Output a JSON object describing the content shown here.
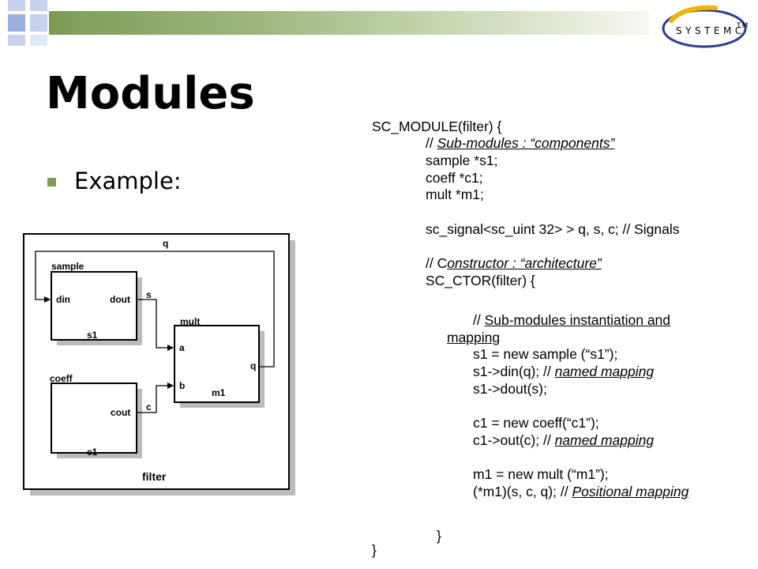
{
  "slide": {
    "title": "Modules",
    "bullet": "Example:",
    "logo_text": "SYSTEMC",
    "logo_tm": "TM"
  },
  "diagram": {
    "outer_label": "filter",
    "feedback_signal": "q",
    "sample_module": {
      "type": "sample",
      "instance": "s1",
      "in_port": "din",
      "out_port": "dout"
    },
    "coeff_module": {
      "type": "coeff",
      "instance": "c1",
      "out_port": "cout"
    },
    "mult_module": {
      "type": "mult",
      "instance": "m1",
      "in_a": "a",
      "in_b": "b",
      "out_port": "q"
    },
    "signal_s": "s",
    "signal_c": "c"
  },
  "code": {
    "l1": "SC_MODULE(filter) {",
    "l2_pre": "// ",
    "l2_u": "Sub-modules : “components”",
    "l3": "sample *s1;",
    "l4": "coeff *c1;",
    "l5": "mult *m1;",
    "l6": "sc_signal<sc_uint 32> > q, s, c; // Signals",
    "l7_pre": "// C",
    "l7_u": "onstructor : “architecture”",
    "l8": "SC_CTOR(filter) {",
    "l9_pre": "// ",
    "l9_u": "Sub-modules instantiation and",
    "l10_u": "mapping",
    "l11": "s1 = new sample (“s1”);",
    "l12_pre": "s1->din(q); // ",
    "l12_u": "named mapping",
    "l13": "s1->dout(s);",
    "l14": "c1 = new coeff(“c1”);",
    "l15_pre": "c1->out(c); // ",
    "l15_u": "named mapping",
    "l16": "m1 = new mult (“m1”);",
    "l17_pre": "(*m1)(s, c, q); // ",
    "l17_u": "Positional mapping",
    "l18": "}",
    "l19": "}"
  },
  "colors": {
    "accent_green": "#7d9b55",
    "light_blue": "#c7d1ee",
    "mid_blue": "#9dafe0",
    "logo_blue": "#2c3d8f",
    "logo_yellow": "#f0b400"
  }
}
